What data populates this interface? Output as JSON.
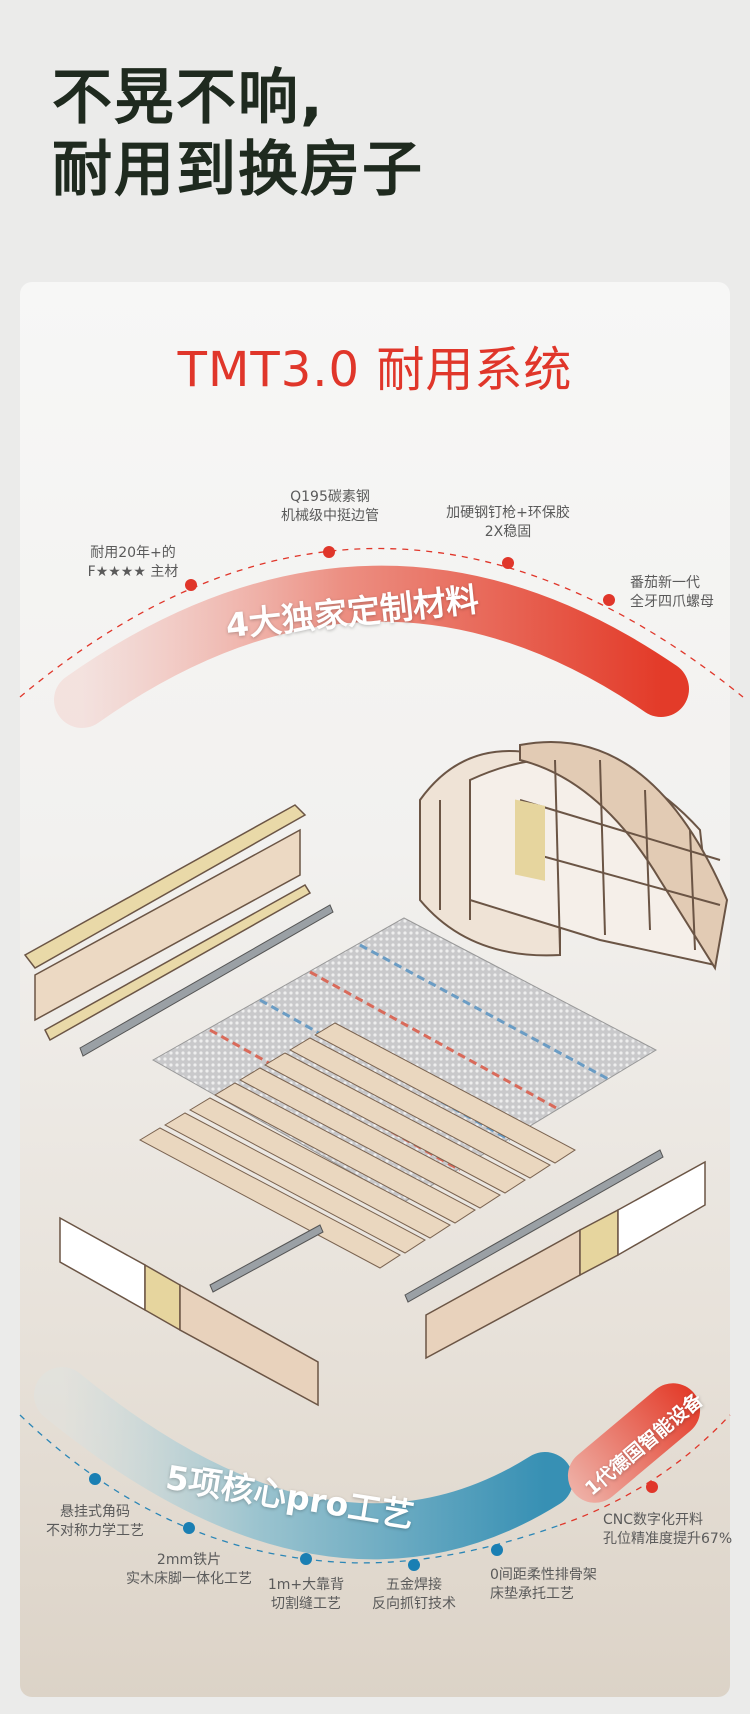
{
  "headline": {
    "line1": "不晃不响,",
    "line2": "耐用到换房子"
  },
  "title": "TMT3.0 耐用系统",
  "materials": {
    "band_label": "4大独家定制材料",
    "items": [
      {
        "line1": "耐用20年+的",
        "line2": "F★★★★ 主材"
      },
      {
        "line1": "Q195碳素钢",
        "line2": "机械级中挺边管"
      },
      {
        "line1": "加硬钢钉枪+环保胶",
        "line2": "2X稳固"
      },
      {
        "line1": "番茄新一代",
        "line2": "全牙四爪螺母"
      }
    ]
  },
  "crafts": {
    "band_label": "5项核心pro工艺",
    "equipment_label": "1代德国智能设备",
    "items": [
      {
        "line1": "悬挂式角码",
        "line2": "不对称力学工艺"
      },
      {
        "line1": "2mm铁片",
        "line2": "实木床脚一体化工艺"
      },
      {
        "line1": "1m+大靠背",
        "line2": "切割缝工艺"
      },
      {
        "line1": "五金焊接",
        "line2": "反向抓钉技术"
      },
      {
        "line1": "0间距柔性排骨架",
        "line2": "床垫承托工艺"
      },
      {
        "line1": "CNC数字化开料",
        "line2": "孔位精准度提升67%"
      }
    ]
  },
  "colors": {
    "accent_red": "#e0362a",
    "accent_blue": "#3b96b8",
    "headline": "#1f2a1f"
  }
}
